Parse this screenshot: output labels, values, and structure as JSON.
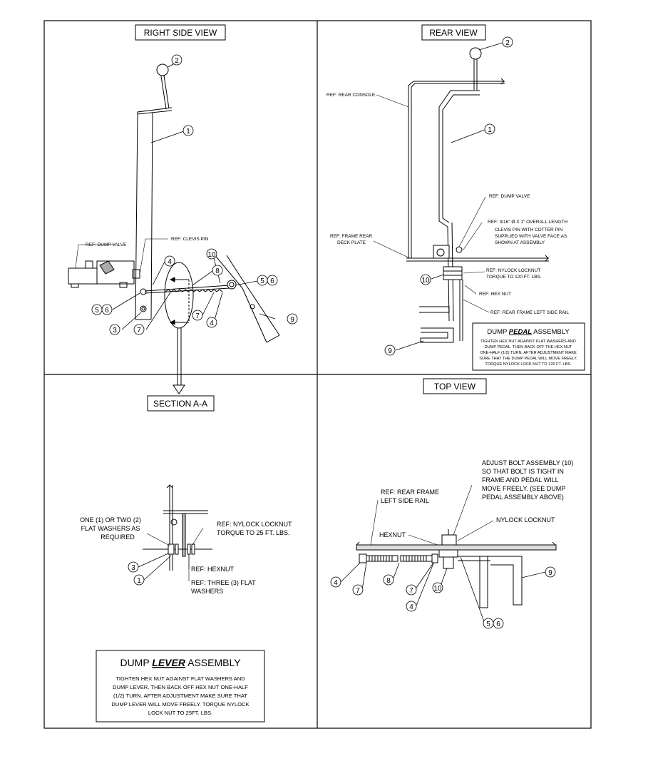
{
  "panels": {
    "right_side_view": {
      "title": "RIGHT SIDE VIEW",
      "refs": {
        "dump_valve": "REF: DUMP VALVE",
        "clevis_pin": "REF: CLEVIS PIN"
      },
      "bubbles": [
        "2",
        "1",
        "4",
        "10",
        "8",
        "5",
        "6",
        "5",
        "6",
        "3",
        "7",
        "7",
        "4",
        "9"
      ]
    },
    "rear_view": {
      "title": "REAR VIEW",
      "refs": {
        "rear_console": "REF: REAR CONSOLE",
        "dump_valve": "REF: DUMP VALVE",
        "clevis_line1": "REF: 3/16\" Ø X 1\" OVERALL LENGTH",
        "clevis_line2": "CLEVIS PIN WITH COTTER PIN",
        "clevis_line3": "SUPPLIED WITH VALVE FACE AS",
        "clevis_line4": "SHOWN AT ASSEMBLY",
        "frame_line1": "REF: FRAME REAR",
        "frame_line2": "DECK PLATE",
        "nylock_line1": "REF: NYLOCK LOCKNUT",
        "nylock_line2": "TORQUE TO 120 FT. LBS.",
        "hex_nut": "REF: HEX NUT",
        "side_rail": "REF: REAR FRAME LEFT SIDE RAIL"
      },
      "bubbles": [
        "2",
        "1",
        "10",
        "9"
      ],
      "note": {
        "title_pre": "DUMP ",
        "title_em": "PEDAL",
        "title_post": " ASSEMBLY",
        "lines": [
          "TIGHTEN HEX NUT AGAINST FLAT WASHERS AND",
          "DUMP PEDAL. THEN BACK OFF THE HEX NUT",
          "ONE-HALF (1/2) TURN. AFTER ADJUSTMENT MAKE",
          "SURE THAT THE DUMP PEDAL WILL MOVE FREELY.",
          "TORQUE NYLOCK LOCK NUT TO 120 FT. LBS."
        ]
      }
    },
    "section_a_a": {
      "title": "SECTION A-A",
      "refs": {
        "washers_line1": "ONE (1) OR TWO (2)",
        "washers_line2": "FLAT WASHERS AS",
        "washers_line3": "REQUIRED",
        "nylock_line1": "REF: NYLOCK LOCKNUT",
        "nylock_line2": "TORQUE TO 25 FT. LBS.",
        "hexnut": "REF: HEXNUT",
        "three_line1": "REF: THREE (3) FLAT",
        "three_line2": "WASHERS"
      },
      "bubbles": [
        "3",
        "1"
      ],
      "note": {
        "title_pre": "DUMP ",
        "title_em": "LEVER",
        "title_post": " ASSEMBLY",
        "lines": [
          "TIGHTEN HEX NUT AGAINST FLAT WASHERS AND",
          "DUMP LEVER. THEN BACK OFF HEX NUT ONE-HALF",
          "(1/2) TURN. AFTER ADJUSTMENT MAKE SURE THAT",
          "DUMP LEVER WILL MOVE FREELY. TORQUE NYLOCK",
          "LOCK NUT TO 25FT. LBS."
        ]
      }
    },
    "top_view": {
      "title": "TOP VIEW",
      "refs": {
        "adjust_line1": "ADJUST BOLT ASSEMBLY (10)",
        "adjust_line2": "SO THAT BOLT IS TIGHT IN",
        "adjust_line3": "FRAME AND PEDAL WILL",
        "adjust_line4": "MOVE FREELY. (SEE DUMP",
        "adjust_line5": "PEDAL ASSEMBLY ABOVE)",
        "rail_line1": "REF: REAR FRAME",
        "rail_line2": "LEFT SIDE RAIL",
        "nylock": "NYLOCK LOCKNUT",
        "hexnut": "HEXNUT"
      },
      "bubbles": [
        "9",
        "4",
        "7",
        "8",
        "7",
        "10",
        "4",
        "5",
        "6"
      ]
    }
  }
}
